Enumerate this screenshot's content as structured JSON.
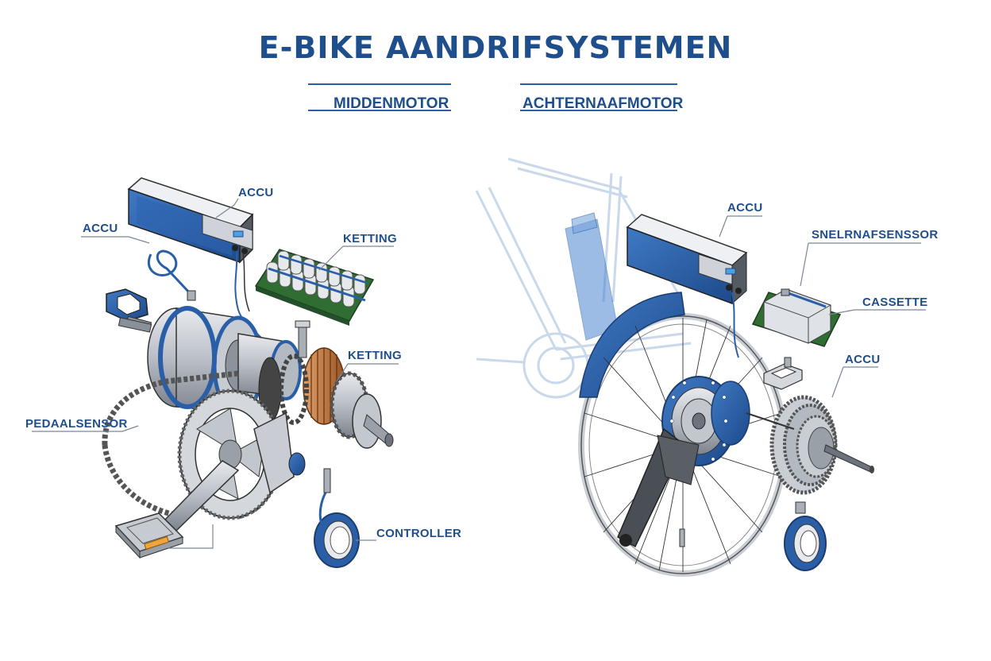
{
  "title": "E-BIKE AANDRIFSYSTEMEN",
  "sections": {
    "mid": {
      "heading": "MIDDENMOTOR"
    },
    "hub": {
      "heading": "ACHTERNAAFMOTOR"
    }
  },
  "labels": {
    "mid": {
      "accu_top": "ACCU",
      "accu_left": "ACCU",
      "ketting_top": "KETTING",
      "ketting_mid": "KETTING",
      "pedaalsensor": "PEDAALSENSOR",
      "controller": "CONTROLLER"
    },
    "hub": {
      "accu_top": "ACCU",
      "snelrnafsensor": "SNELRNAFSENSSOR",
      "cassette": "CASSETTE",
      "accu_right": "ACCU"
    }
  },
  "colors": {
    "title": "#1f4e8c",
    "accent_blue": "#2a5fa8",
    "steel": "#b9bec6",
    "steel_dark": "#6d737c",
    "copper": "#c0703a",
    "pcb_green": "#3d7a3d",
    "label": "#1f4e8c",
    "leader": "#7b8696"
  },
  "icons": [
    "battery-icon",
    "motor-icon",
    "chain-icon",
    "crank-icon",
    "pedal-icon",
    "sensor-ring-icon",
    "wheel-icon",
    "cassette-icon",
    "controller-board-icon"
  ]
}
